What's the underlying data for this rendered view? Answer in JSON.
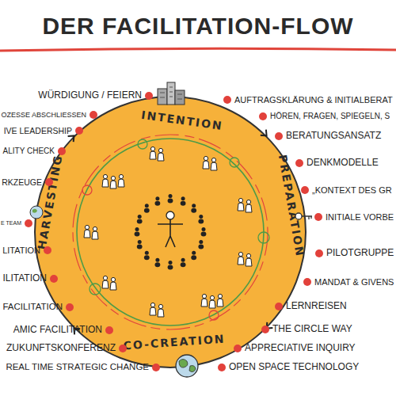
{
  "diagram": {
    "title": "DER FACILITATION-FLOW",
    "nodes": [
      {
        "text": [
          "INTENTION",
          "PREPARATION",
          "CO-CREATION",
          "HARVESTING"
        ]
      }
    ],
    "labels": [
      "WÜRDIGUNG / FEIERN",
      "AUFTRAGSKLÄRUNG & INITIALBERAT",
      "OZESSE ABSCHLIESSEN",
      "HÖREN, FRAGEN, SPIEGELN, S",
      "IVE LEADERSHIP",
      "BERATUNGSANSATZ",
      "ALITY CHECK",
      "DENKMODELLE",
      "RKZEUGE",
      "„KONTEXT DES GR",
      "E TEAM",
      "INITIALE VORBE",
      "LITATION",
      "PILOTGRUPPE",
      "ILITATION",
      "MANDAT & GIVENS",
      "FACILITATION",
      "LERNREISEN",
      "AMIC FACILITATION",
      "THE CIRCLE WAY",
      "ZUKUNFTSKONFERENZ",
      "APPRECIATIVE INQUIRY",
      "REAL TIME STRATEGIC CHANGE",
      "OPEN SPACE TECHNOLOGY"
    ]
  }
}
